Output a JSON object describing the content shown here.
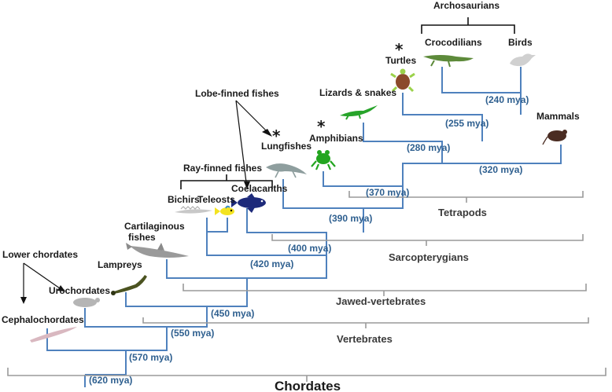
{
  "taxa": {
    "cephalochordates": "Cephalochordates",
    "urochordates": "Urochordates",
    "lampreys": "Lampreys",
    "cartilaginous_1": "Cartilaginous",
    "cartilaginous_2": "fishes",
    "bichirs": "Bichirs",
    "teleosts": "Teleosts",
    "coelacanths": "Coelacanths",
    "lungfishes": "Lungfishes",
    "amphibians": "Amphibians",
    "lizards_snakes": "Lizards & snakes",
    "turtles": "Turtles",
    "crocodilians": "Crocodilians",
    "birds": "Birds",
    "mammals": "Mammals"
  },
  "annotations": {
    "lower_chordates": "Lower chordates",
    "ray_finned": "Ray-finned fishes",
    "lobe_finned": "Lobe-finned fishes",
    "archosaurians": "Archosaurians",
    "star": "*"
  },
  "divergences": {
    "d620": "(620 mya)",
    "d570": "(570 mya)",
    "d550": "(550 mya)",
    "d450": "(450 mya)",
    "d420": "(420 mya)",
    "d400": "(400 mya)",
    "d390": "(390 mya)",
    "d370": "(370 mya)",
    "d320": "(320 mya)",
    "d280": "(280 mya)",
    "d255": "(255 mya)",
    "d240": "(240 mya)"
  },
  "groups": {
    "tetrapods": "Tetrapods",
    "sarcopterygians": "Sarcopterygians",
    "jawed_vertebrates": "Jawed-vertebrates",
    "vertebrates": "Vertebrates",
    "chordates": "Chordates"
  },
  "colors": {
    "tree": "#4f81bd",
    "divergence_text": "#2e5f8f",
    "group_bracket": "#9a9a9a"
  }
}
